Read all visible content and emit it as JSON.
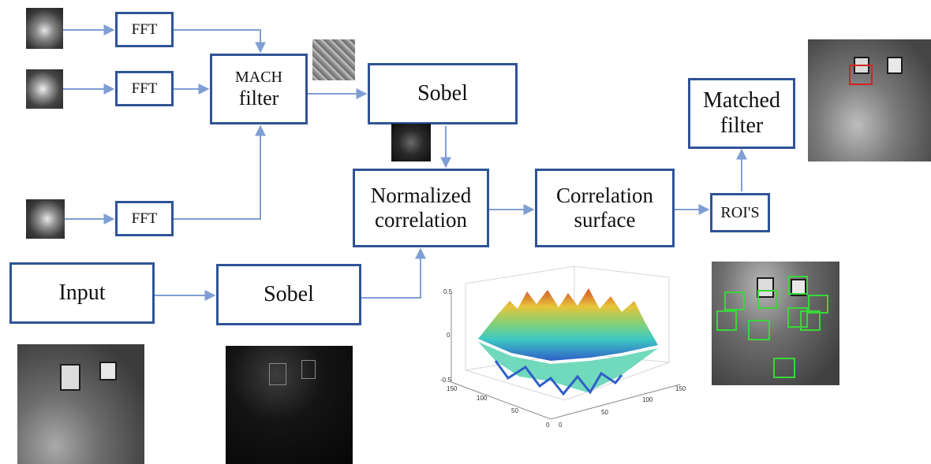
{
  "colors": {
    "box_border": "#2f5496",
    "arrow": "#7f9fd4",
    "roi_box": "#3ad63a",
    "match_box": "#d42222"
  },
  "nodes": {
    "fft1": "FFT",
    "fft2": "FFT",
    "fft3": "FFT",
    "mach_line1": "MACH",
    "mach_line2": "filter",
    "sobel_top": "Sobel",
    "norm_line1": "Normalized",
    "norm_line2": "correlation",
    "corr_line1": "Correlation",
    "corr_line2": "surface",
    "rois": "ROI'S",
    "matched_line1": "Matched",
    "matched_line2": "filter",
    "input": "Input",
    "sobel_bottom": "Sobel"
  },
  "surface_plot": {
    "z_ticks": [
      "0.5",
      "0",
      "-0.5"
    ],
    "x_ticks": [
      "0",
      "50",
      "100",
      "150"
    ],
    "y_ticks": [
      "150",
      "100",
      "50",
      "0"
    ]
  },
  "icons": [
    "training-image-icon",
    "filter-image-icon",
    "scene-image-icon",
    "edge-image-icon",
    "surface-plot-icon",
    "roi-image-icon",
    "result-image-icon"
  ]
}
